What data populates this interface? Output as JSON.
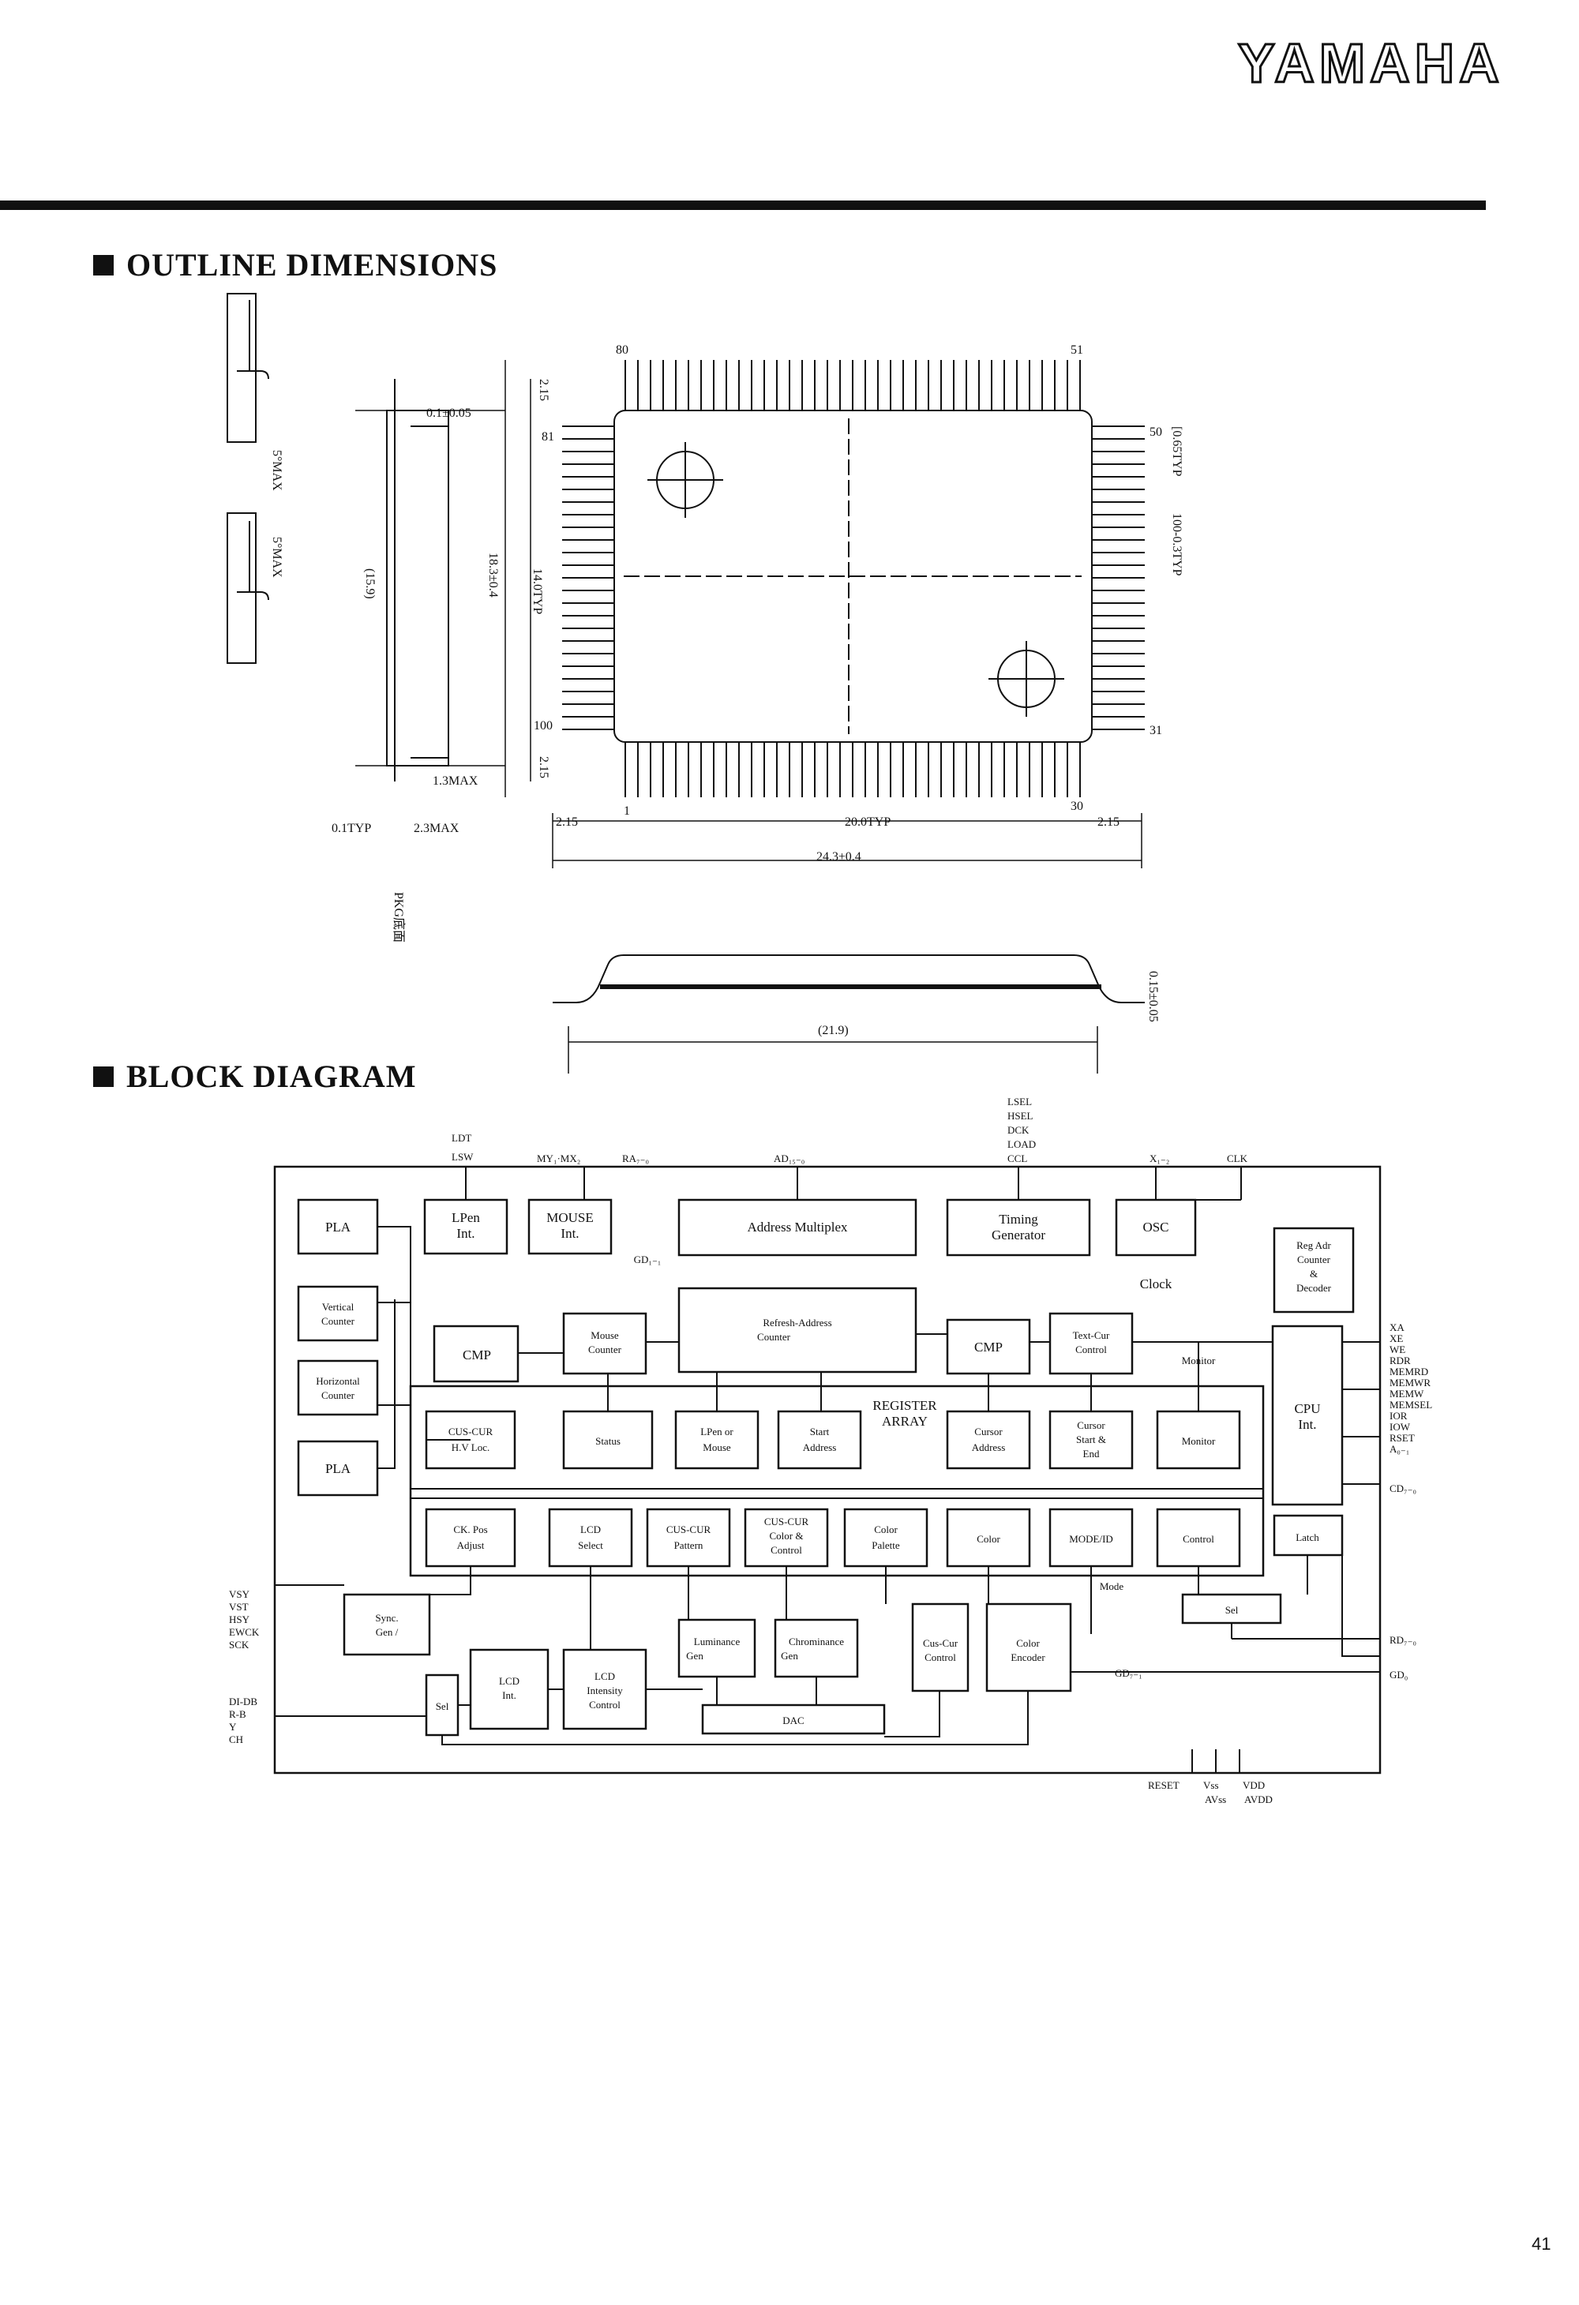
{
  "header": {
    "logo_text": "YAMAHA"
  },
  "sections": {
    "outline": {
      "title": "OUTLINE DIMENSIONS"
    },
    "block": {
      "title": "BLOCK DIAGRAM"
    }
  },
  "outline_drawing": {
    "pin_numbers": {
      "top_left": "80",
      "top_right": "51",
      "left_top": "81",
      "right_top": "50",
      "left_bottom": "100",
      "right_bottom": "31",
      "bottom_left": "1",
      "bottom_right": "30"
    },
    "dims": {
      "lead_thickness": "0.1±0.05",
      "body_width_side": "(15.9)",
      "height_max": "1.3MAX",
      "tip_typ": "0.1TYP",
      "overall_max": "2.3MAX",
      "pkg_label": "PKG底面",
      "corner_top": "2.15",
      "corner_bottom": "2.15",
      "height_overall": "18.3±0.4",
      "height_pitch": "14.0TYP",
      "pitch": "[0.65TYP",
      "lead_width": "100-0.3TYP",
      "bottom_left_corner": "2.15",
      "bottom_span": "20.0TYP",
      "bottom_right_corner": "2.15",
      "overall_width": "24.3±0.4",
      "side_span": "(21.9)",
      "side_lead": "0.15±0.05",
      "angle1": "5°MAX",
      "angle2": "5°MAX"
    }
  },
  "block_diagram": {
    "top_signals": {
      "ldt": "LDT",
      "lsw": "LSW",
      "my": "MY₁·MX₂",
      "ra": "RA₇₋₀",
      "ad": "AD₁₅₋₀",
      "lsel": "LSEL",
      "hsel": "HSEL",
      "dck": "DCK",
      "load": "LOAD",
      "ccl": "CCL",
      "xin": "X₁₋₂",
      "clk": "CLK"
    },
    "blocks": {
      "pla1": "PLA",
      "lpen_int": [
        "LPen",
        "Int."
      ],
      "mouse_int": [
        "MOUSE",
        "Int."
      ],
      "gd": "GD₁₋₁",
      "address_multiplex": "Address Multiplex",
      "timing_gen": [
        "Timing",
        "Generator"
      ],
      "osc": "OSC",
      "reg_adr": [
        "Reg Adr",
        "Counter",
        "&",
        "Decoder"
      ],
      "clock": "Clock",
      "vertical_counter": [
        "Vertical",
        "Counter"
      ],
      "cmp1": "CMP",
      "mouse_counter": [
        "Mouse",
        "Counter"
      ],
      "refresh_counter": [
        "Refresh-Address",
        "Counter"
      ],
      "cmp2": "CMP",
      "text_cur": [
        "Text-Cur",
        "Control"
      ],
      "monitor_label": "Monitor",
      "horizontal_counter": [
        "Horizontal",
        "Counter"
      ],
      "register_array": [
        "REGISTER",
        "ARRAY"
      ],
      "cpu_int": [
        "CPU",
        "Int."
      ],
      "cus_cur_loc": [
        "CUS-CUR",
        "H.V Loc."
      ],
      "status": "Status",
      "lpen_mouse": [
        "LPen or",
        "Mouse"
      ],
      "start_address": [
        "Start",
        "Address"
      ],
      "cursor_address": [
        "Cursor",
        "Address"
      ],
      "cursor_start_end": [
        "Cursor",
        "Start &",
        "End"
      ],
      "monitor": "Monitor",
      "pla2": "PLA",
      "ck_pos": [
        "CK. Pos",
        "Adjust"
      ],
      "lcd_select": [
        "LCD",
        "Select"
      ],
      "cus_cur_pattern": [
        "CUS-CUR",
        "Pattern"
      ],
      "cus_cur_color": [
        "CUS-CUR",
        "Color &",
        "Control"
      ],
      "color_palette": [
        "Color",
        "Palette"
      ],
      "color": "Color",
      "mode_id": "MODE/ID",
      "control": "Control",
      "latch": "Latch",
      "mode": "Mode",
      "sync_gen": [
        "Sync.",
        "Gen /"
      ],
      "luminance": [
        "Luminance",
        "Gen"
      ],
      "chrominance": [
        "Chrominance",
        "Gen"
      ],
      "cus_cur_control": [
        "Cus-Cur",
        "Control"
      ],
      "color_encoder": [
        "Color",
        "Encoder"
      ],
      "sel_right": "Sel",
      "lcd_int": [
        "LCD",
        "Int."
      ],
      "lcd_intensity": [
        "LCD",
        "Intensity",
        "Control"
      ],
      "dac": "DAC",
      "sel_left": "Sel"
    },
    "right_pins": [
      "XA",
      "XE",
      "WE",
      "RDR",
      "MEMRD",
      "MEMWR",
      "MEMW",
      "MEMSEL",
      "IOR",
      "IOW",
      "RSET",
      "A₀₋₁"
    ],
    "right_other": {
      "cd": "CD₇₋₀",
      "rd": "RD₇₋₀",
      "gd": "GD₀",
      "gd_in": "GD₇₋₁"
    },
    "left_pins": [
      "VSY",
      "VST",
      "HSY",
      "EWCK",
      "SCK"
    ],
    "left_pins2": [
      "DI-DB",
      "R-B",
      "Y",
      "CH"
    ],
    "bottom_pins": {
      "reset": "RESET",
      "vss": "Vss",
      "vdd": "VDD",
      "avss": "AVss",
      "avdd": "AVDD"
    }
  },
  "footer": {
    "page_number": "41"
  }
}
